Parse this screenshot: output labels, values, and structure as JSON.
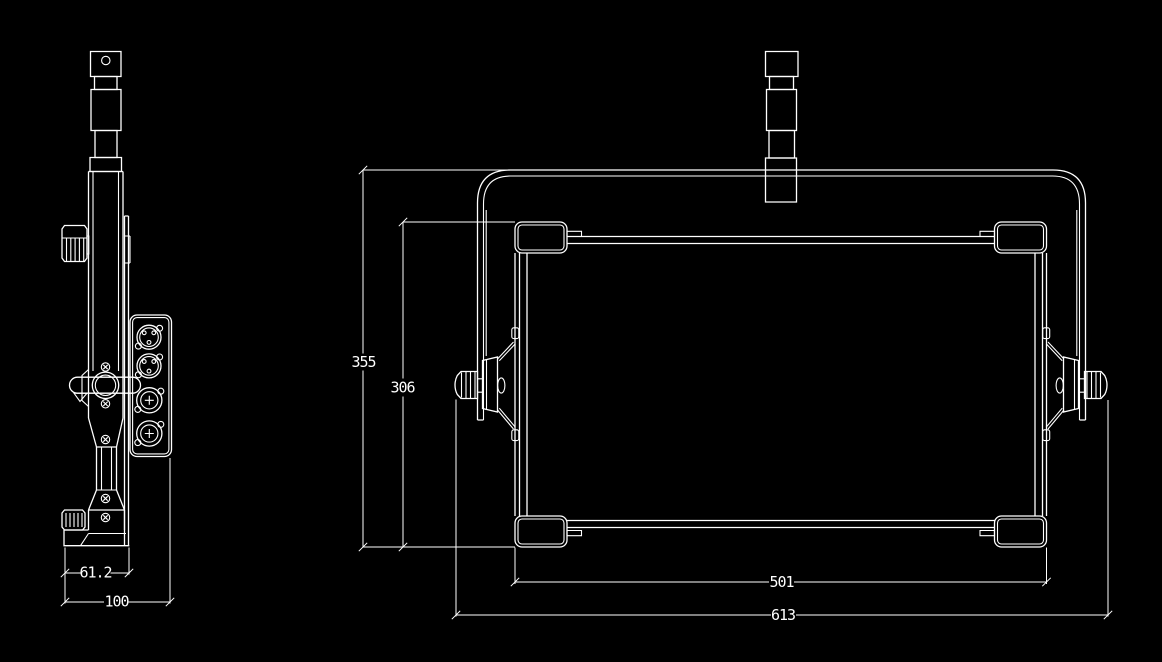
{
  "drawing": {
    "type": "cad-technical-drawing",
    "subject": "panel-light-fixture-two-views",
    "colors": {
      "background": "#000000",
      "line": "#ffffff"
    },
    "dims": {
      "body_depth": "61.2",
      "overall_depth": "100",
      "overall_height": "355",
      "panel_height": "306",
      "panel_width": "501",
      "overall_width": "613"
    }
  }
}
